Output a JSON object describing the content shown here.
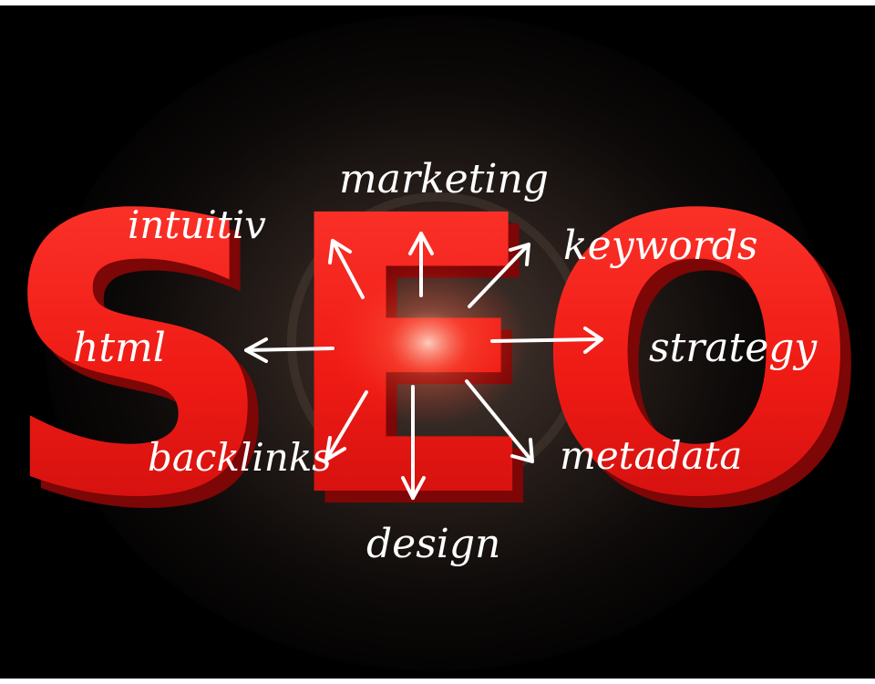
{
  "scene": {
    "letters": [
      "S",
      "E",
      "O"
    ],
    "words": {
      "marketing": "marketing",
      "intuitiv": "intuitiv",
      "keywords": "keywords",
      "html": "html",
      "strategy": "strategy",
      "backlinks": "backlinks",
      "metadata": "metadata",
      "design": "design"
    },
    "colors": {
      "background": "#000000",
      "glow": "#3a2d27",
      "letter_red": "#f21c1c",
      "letter_shadow": "#8a0808",
      "ink": "#ffffff"
    }
  }
}
